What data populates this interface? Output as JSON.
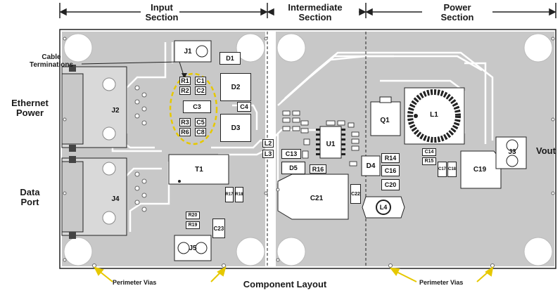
{
  "sections": {
    "input": "Input\nSection",
    "intermediate": "Intermediate\nSection",
    "power": "Power\nSection"
  },
  "side_labels": {
    "ethernet_power": "Ethernet\nPower",
    "data_port": "Data\nPort",
    "vout": "Vout",
    "cable_terminations": "Cable\nTerminations"
  },
  "footer": {
    "title": "Component Layout",
    "perimeter_left": "Perimeter Vias",
    "perimeter_right": "Perimeter Vias"
  },
  "components": {
    "J1": "J1",
    "D1": "D1",
    "R1": "R1",
    "C1": "C1",
    "R2": "R2",
    "C2": "C2",
    "D2": "D2",
    "C3": "C3",
    "C4": "C4",
    "R3": "R3",
    "C5": "C5",
    "R6": "R6",
    "C8": "C8",
    "D3": "D3",
    "J2": "J2",
    "T1": "T1",
    "J4": "J4",
    "R17": "R17",
    "R18": "R18",
    "R20": "R20",
    "R19": "R19",
    "C23": "C23",
    "J5": "J5",
    "L2": "L2",
    "L3": "L3",
    "C13": "C13",
    "D5": "D5",
    "R16": "R16",
    "U1": "U1",
    "C21": "C21",
    "C22": "C22",
    "Q1": "Q1",
    "L1": "L1",
    "R14": "R14",
    "C14": "C14",
    "D4": "D4",
    "R15": "R15",
    "C16": "C16",
    "C17": "C17",
    "C18": "C18",
    "C19": "C19",
    "C20": "C20",
    "L4": "L4",
    "J3": "J3"
  }
}
